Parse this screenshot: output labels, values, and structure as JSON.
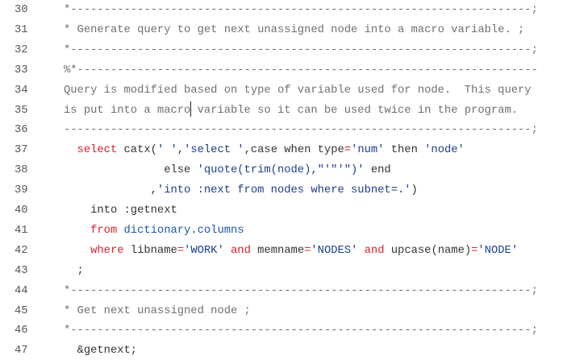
{
  "editor": {
    "cursor": {
      "line": 35,
      "after_text": "is put into a macro"
    },
    "colors": {
      "keyword": "#d8202f",
      "string": "#1c3f8c",
      "comment": "#707070",
      "text": "#333333"
    },
    "lines": [
      {
        "n": "30",
        "tokens": [
          [
            "comment",
            "*---------------------------------------------------------------------;"
          ]
        ]
      },
      {
        "n": "31",
        "tokens": [
          [
            "comment",
            "* Generate query to get next unassigned node into a macro variable. ;"
          ]
        ]
      },
      {
        "n": "32",
        "tokens": [
          [
            "comment",
            "*---------------------------------------------------------------------;"
          ]
        ]
      },
      {
        "n": "33",
        "tokens": [
          [
            "comment",
            "%*---------------------------------------------------------------------"
          ]
        ]
      },
      {
        "n": "34",
        "tokens": [
          [
            "comment",
            "Query is modified based on type of variable used for node.  This query"
          ]
        ]
      },
      {
        "n": "35",
        "tokens": [
          [
            "comment",
            "is put into a macro"
          ],
          [
            "cursor",
            ""
          ],
          [
            "comment",
            " variable so it can be used twice in the program."
          ]
        ]
      },
      {
        "n": "36",
        "tokens": [
          [
            "comment",
            "----------------------------------------------------------------------;"
          ]
        ]
      },
      {
        "n": "37",
        "tokens": [
          [
            "plain",
            "  "
          ],
          [
            "kw",
            "select"
          ],
          [
            "plain",
            " catx("
          ],
          [
            "str",
            "' '"
          ],
          [
            "plain",
            ","
          ],
          [
            "str",
            "'select '"
          ],
          [
            "plain",
            ",case when type"
          ],
          [
            "op",
            "="
          ],
          [
            "str",
            "'num'"
          ],
          [
            "plain",
            " then "
          ],
          [
            "str",
            "'node'"
          ]
        ]
      },
      {
        "n": "38",
        "tokens": [
          [
            "plain",
            "               else "
          ],
          [
            "str",
            "'quote(trim(node),\"'\"'\")'"
          ],
          [
            "plain",
            " end"
          ]
        ]
      },
      {
        "n": "39",
        "tokens": [
          [
            "plain",
            "             ,"
          ],
          [
            "str",
            "'into :next from nodes where subnet=.'"
          ],
          [
            "plain",
            ")"
          ]
        ]
      },
      {
        "n": "40",
        "tokens": [
          [
            "plain",
            "    into :getnext"
          ]
        ]
      },
      {
        "n": "41",
        "tokens": [
          [
            "plain",
            "    "
          ],
          [
            "kw",
            "from"
          ],
          [
            "plain",
            " "
          ],
          [
            "obj",
            "dictionary"
          ],
          [
            "plain",
            "."
          ],
          [
            "obj",
            "columns"
          ]
        ]
      },
      {
        "n": "42",
        "tokens": [
          [
            "plain",
            "    "
          ],
          [
            "kw",
            "where"
          ],
          [
            "plain",
            " libname"
          ],
          [
            "op",
            "="
          ],
          [
            "str",
            "'WORK'"
          ],
          [
            "plain",
            " "
          ],
          [
            "kw",
            "and"
          ],
          [
            "plain",
            " memname"
          ],
          [
            "op",
            "="
          ],
          [
            "str",
            "'NODES'"
          ],
          [
            "plain",
            " "
          ],
          [
            "kw",
            "and"
          ],
          [
            "plain",
            " upcase(name)"
          ],
          [
            "op",
            "="
          ],
          [
            "str",
            "'NODE'"
          ]
        ]
      },
      {
        "n": "43",
        "tokens": [
          [
            "plain",
            "  ;"
          ]
        ]
      },
      {
        "n": "44",
        "tokens": [
          [
            "comment",
            "*---------------------------------------------------------------------;"
          ]
        ]
      },
      {
        "n": "45",
        "tokens": [
          [
            "comment",
            "* Get next unassigned node ;"
          ]
        ]
      },
      {
        "n": "46",
        "tokens": [
          [
            "comment",
            "*---------------------------------------------------------------------;"
          ]
        ]
      },
      {
        "n": "47",
        "tokens": [
          [
            "plain",
            "  &getnext;"
          ]
        ]
      }
    ]
  }
}
